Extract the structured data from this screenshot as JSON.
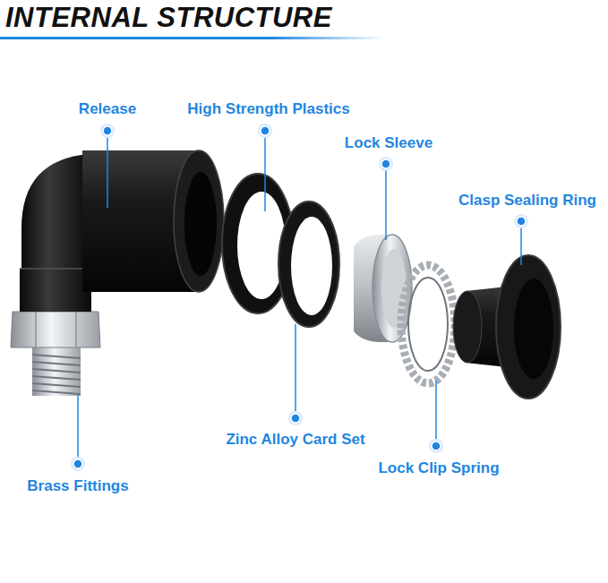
{
  "diagram": {
    "title": "INTERNAL STRUCTURE",
    "labels": [
      "Release",
      "High Strength Plastics",
      "Lock Sleeve",
      "Clasp Sealing Ring",
      "Zinc Alloy Card Set",
      "Lock Clip Spring",
      "Brass Fittings"
    ]
  }
}
